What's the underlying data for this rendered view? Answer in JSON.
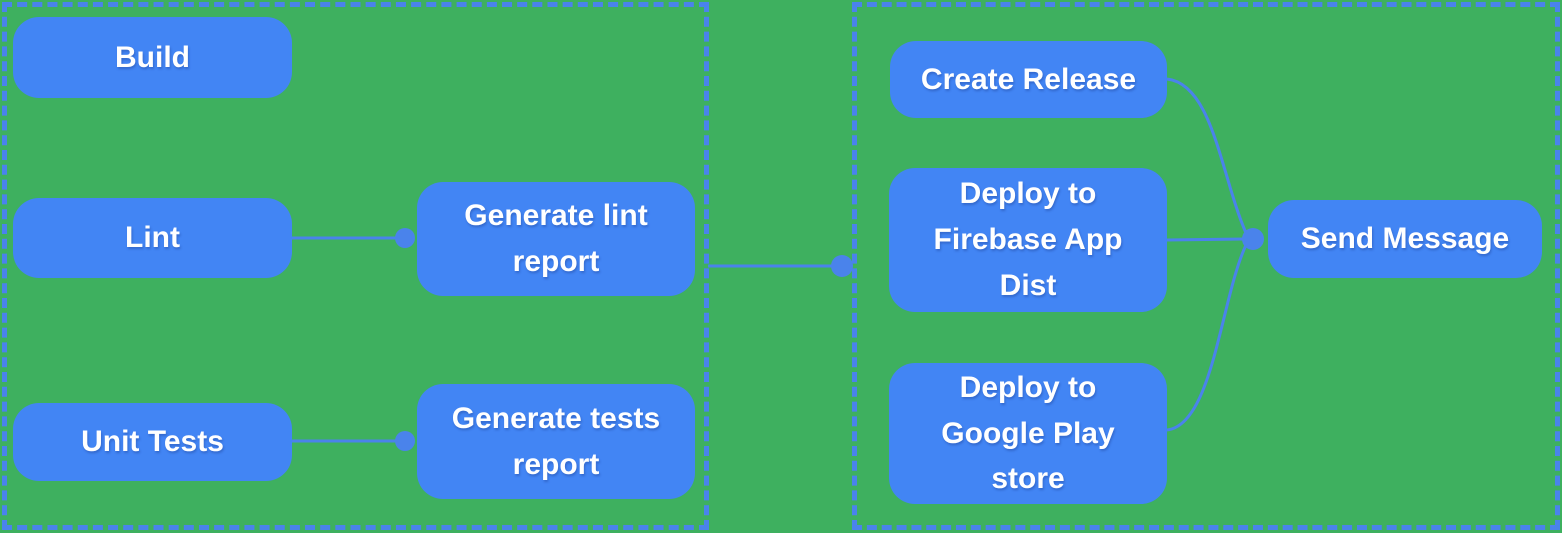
{
  "diagram": {
    "type": "flowchart",
    "colors": {
      "background": "#3EB05F",
      "node_fill": "#4285F4",
      "connector": "#4A83EB",
      "node_text": "#FFFFFF"
    },
    "groups": [
      {
        "id": "left-group"
      },
      {
        "id": "right-group"
      }
    ],
    "nodes": [
      {
        "id": "build",
        "label": "Build",
        "group": "left-group"
      },
      {
        "id": "lint",
        "label": "Lint",
        "group": "left-group"
      },
      {
        "id": "unit-tests",
        "label": "Unit Tests",
        "group": "left-group"
      },
      {
        "id": "generate-lint-report",
        "label": "Generate lint report",
        "group": "left-group"
      },
      {
        "id": "generate-tests-report",
        "label": "Generate tests report",
        "group": "left-group"
      },
      {
        "id": "create-release",
        "label": "Create Release",
        "group": "right-group"
      },
      {
        "id": "deploy-firebase",
        "label": "Deploy to Firebase App Dist",
        "group": "right-group"
      },
      {
        "id": "deploy-google-play",
        "label": "Deploy to Google Play store",
        "group": "right-group"
      },
      {
        "id": "send-message",
        "label": "Send Message",
        "group": "right-group"
      }
    ],
    "edges": [
      {
        "from": "lint",
        "to": "generate-lint-report"
      },
      {
        "from": "unit-tests",
        "to": "generate-tests-report"
      },
      {
        "from": "left-group",
        "to": "right-group"
      },
      {
        "from": "create-release",
        "to": "send-message"
      },
      {
        "from": "deploy-firebase",
        "to": "send-message"
      },
      {
        "from": "deploy-google-play",
        "to": "send-message"
      }
    ]
  }
}
